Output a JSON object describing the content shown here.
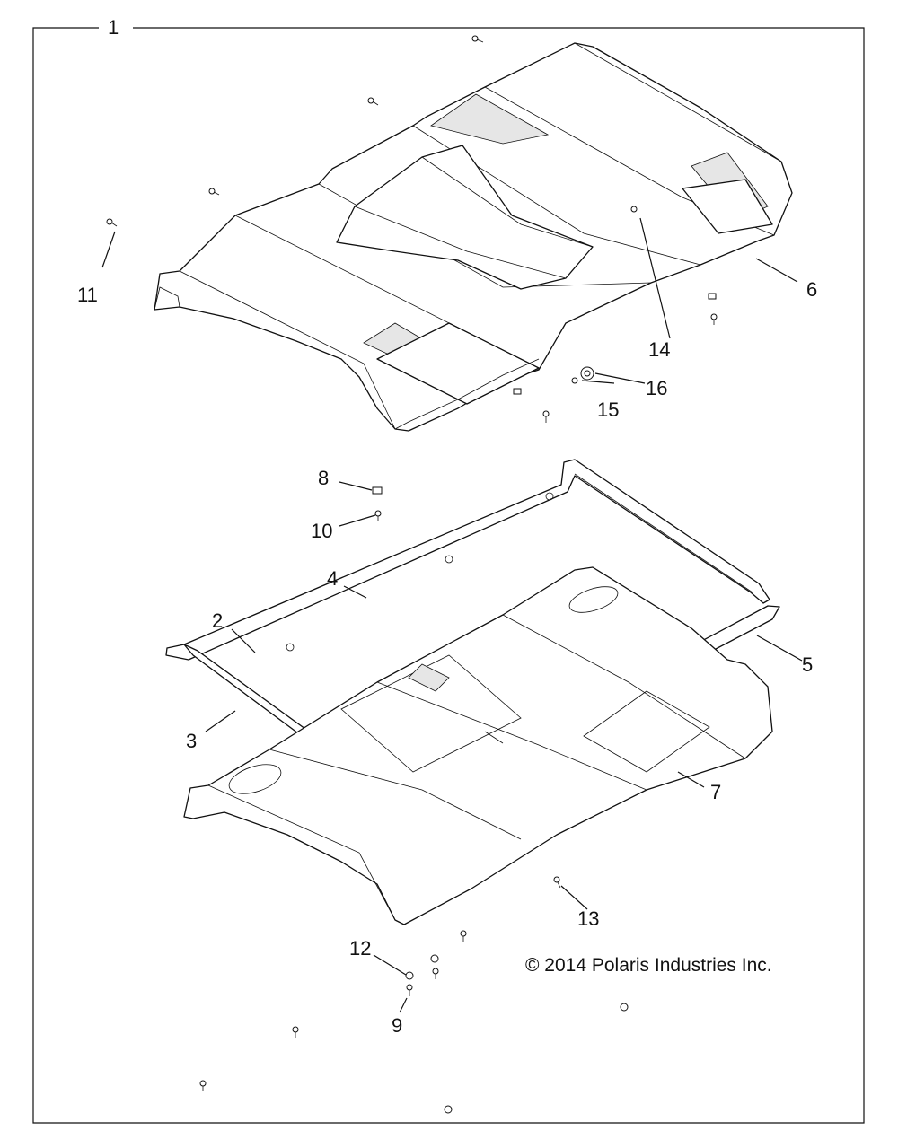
{
  "diagram": {
    "callouts": [
      "1",
      "2",
      "3",
      "4",
      "5",
      "6",
      "7",
      "8",
      "9",
      "10",
      "11",
      "12",
      "13",
      "14",
      "15",
      "16"
    ],
    "copyright": "© 2014 Polaris Industries Inc."
  }
}
